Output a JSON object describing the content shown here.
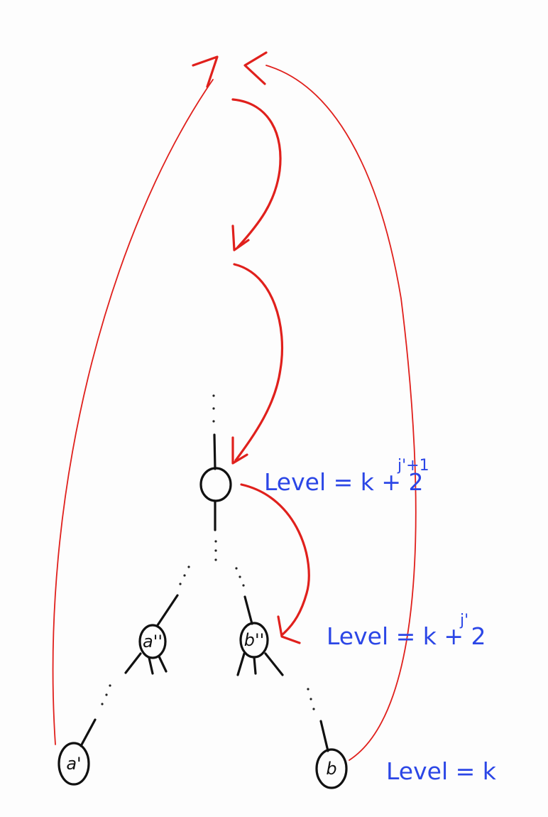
{
  "colors": {
    "background": "#fdfdfd",
    "ink": "#111111",
    "arrow": "#e0201c",
    "annotation": "#2b46e6"
  },
  "nodes": {
    "top": {
      "label": ""
    },
    "a_double_prime": {
      "label": "a''"
    },
    "b_double_prime": {
      "label": "b''"
    },
    "a_prime": {
      "label": "a'"
    },
    "b": {
      "label": "b"
    }
  },
  "levels": {
    "top": {
      "base": "Level = k + 2",
      "exponent": "j'+1"
    },
    "middle": {
      "base": "Level = k + 2",
      "exponent": "j'"
    },
    "bottom": {
      "base": "Level = k",
      "exponent": ""
    }
  }
}
